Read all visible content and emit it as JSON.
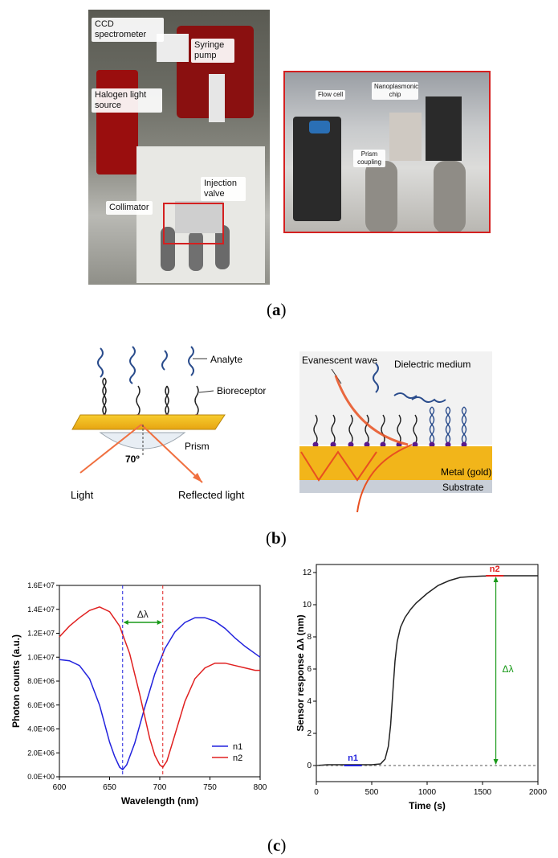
{
  "panel_a": {
    "label": "a",
    "photo_left_tags": [
      "CCD spectrometer",
      "Syringe pump",
      "Halogen light source",
      "Injection valve",
      "Collimator"
    ],
    "photo_right_tags": [
      "Flow cell",
      "Nanoplasmonic chip",
      "Prism coupling"
    ]
  },
  "panel_b": {
    "label": "b",
    "left": {
      "analyte": "Analyte",
      "bioreceptor": "Bioreceptor",
      "prism": "Prism",
      "angle": "70º",
      "light": "Light",
      "reflected": "Reflected light"
    },
    "right": {
      "evanescent": "Evanescent wave",
      "dielectric": "Dielectric medium",
      "metal": "Metal (gold)",
      "substrate": "Substrate"
    }
  },
  "panel_c": {
    "label": "c"
  },
  "colors": {
    "blue": "#2222dd",
    "red": "#e02020",
    "green": "#1a9a1a",
    "gold": "#f2b51a",
    "purple": "#5a1a8a",
    "photo_frame": "#d42020"
  },
  "chart_data": [
    {
      "type": "line",
      "title": "",
      "xlabel": "Wavelength (nm)",
      "ylabel": "Photon counts (a.u.)",
      "xlim": [
        600,
        800
      ],
      "ylim": [
        0,
        16000000
      ],
      "xticks": [
        600,
        650,
        700,
        750,
        800
      ],
      "yticks": [
        "0.0E+00",
        "2.0E+06",
        "4.0E+06",
        "6.0E+06",
        "8.0E+06",
        "1.0E+07",
        "1.2E+07",
        "1.4E+07",
        "1.6E+07"
      ],
      "legend": "bottom-right",
      "annotation": "Δλ",
      "vlines": [
        663,
        703
      ],
      "series": [
        {
          "name": "n1",
          "color": "#2222dd",
          "x": [
            600,
            610,
            620,
            630,
            640,
            650,
            655,
            660,
            663,
            667,
            675,
            685,
            695,
            705,
            715,
            725,
            735,
            745,
            755,
            765,
            775,
            785,
            795,
            800
          ],
          "y": [
            9800000,
            9700000,
            9300000,
            8200000,
            6000000,
            2900000,
            1700000,
            800000,
            600000,
            1000000,
            2800000,
            5800000,
            8600000,
            10700000,
            12100000,
            12900000,
            13300000,
            13300000,
            13000000,
            12400000,
            11600000,
            10900000,
            10300000,
            10000000
          ]
        },
        {
          "name": "n2",
          "color": "#e02020",
          "x": [
            600,
            610,
            620,
            630,
            640,
            650,
            660,
            670,
            680,
            690,
            695,
            700,
            703,
            707,
            715,
            725,
            735,
            745,
            755,
            765,
            775,
            785,
            795,
            800
          ],
          "y": [
            11700000,
            12600000,
            13300000,
            13900000,
            14200000,
            13800000,
            12600000,
            10300000,
            6900000,
            3200000,
            1800000,
            1000000,
            800000,
            1300000,
            3500000,
            6300000,
            8200000,
            9100000,
            9500000,
            9500000,
            9300000,
            9100000,
            8900000,
            8900000
          ]
        }
      ]
    },
    {
      "type": "line",
      "title": "",
      "xlabel": "Time (s)",
      "ylabel": "Sensor response Δλ (nm)",
      "xlim": [
        0,
        2000
      ],
      "ylim": [
        -1,
        12.5
      ],
      "xticks": [
        0,
        500,
        1000,
        1500,
        2000
      ],
      "yticks": [
        0,
        2,
        4,
        6,
        8,
        10,
        12
      ],
      "annotation": "Δλ",
      "markers": [
        {
          "label": "n1",
          "x": 330,
          "y": 0
        },
        {
          "label": "n2",
          "x": 1610,
          "y": 11.8
        }
      ],
      "series": [
        {
          "color": "#222222",
          "x": [
            0,
            100,
            200,
            300,
            400,
            500,
            580,
            620,
            650,
            670,
            690,
            710,
            730,
            760,
            800,
            850,
            900,
            1000,
            1100,
            1200,
            1300,
            1400,
            1500,
            1700,
            1900,
            2000
          ],
          "y": [
            0,
            0.05,
            0.05,
            0.05,
            0.05,
            0.05,
            0.1,
            0.4,
            1.2,
            2.5,
            4.5,
            6.5,
            7.7,
            8.6,
            9.2,
            9.7,
            10.1,
            10.7,
            11.2,
            11.5,
            11.7,
            11.75,
            11.78,
            11.8,
            11.8,
            11.8
          ]
        }
      ]
    }
  ]
}
